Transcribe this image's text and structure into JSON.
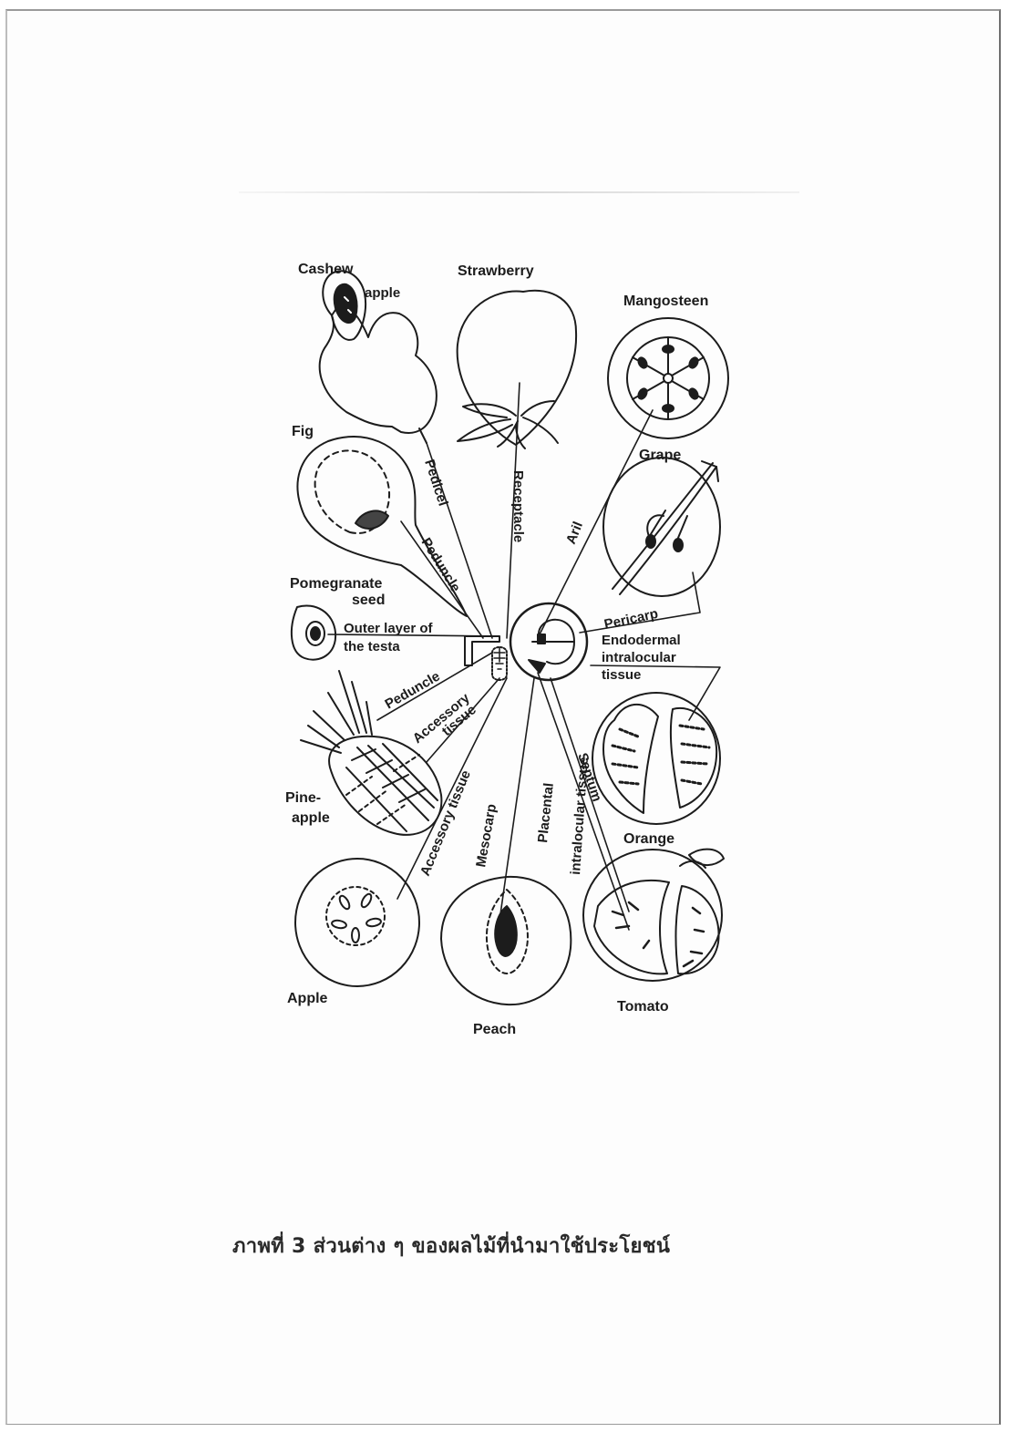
{
  "figure": {
    "fruits": {
      "cashew": "Cashew",
      "cashew_apple": "apple",
      "strawberry": "Strawberry",
      "mangosteen": "Mangosteen",
      "fig": "Fig",
      "grape": "Grape",
      "pomegranate": "Pomegranate",
      "pomegranate_seed": "seed",
      "pineapple_1": "Pine-",
      "pineapple_2": "apple",
      "orange": "Orange",
      "apple": "Apple",
      "peach": "Peach",
      "tomato": "Tomato"
    },
    "parts": {
      "pedicel": "Pedicel",
      "receptacle": "Receptacle",
      "aril": "Aril",
      "peduncle_fig": "Peduncle",
      "pericarp": "Pericarp",
      "outer_layer_1": "Outer layer of",
      "outer_layer_2": "the testa",
      "endodermal_1": "Endodermal",
      "endodermal_2": "intralocular",
      "endodermal_3": "tissue",
      "peduncle_pine": "Peduncle",
      "accessory_1": "Accessory",
      "accessory_2": "tissue",
      "accessory_apple": "Accessory tissue",
      "mesocarp": "Mesocarp",
      "placental_1": "Placental",
      "placental_2": "intralocular tissue",
      "septum": "Septum"
    }
  },
  "caption": "ภาพที่ 3  ส่วนต่าง ๆ ของผลไม้ที่นำมาใช้ประโยชน์",
  "colors": {
    "ink": "#1c1c1c",
    "paper": "#fdfdfd"
  }
}
